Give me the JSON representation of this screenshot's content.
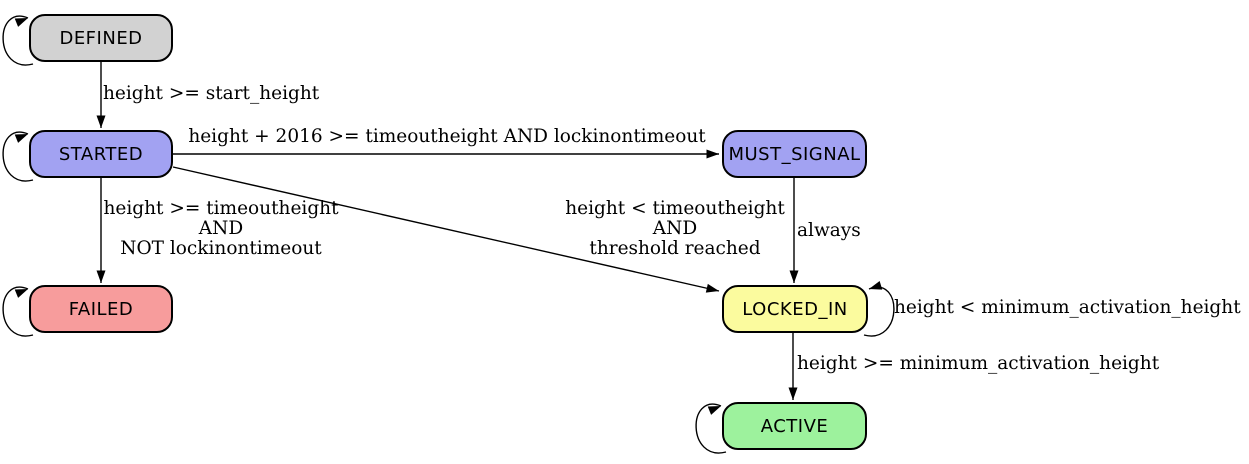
{
  "diagram": {
    "type": "state-machine",
    "background": "#ffffff",
    "node_border_color": "#000000",
    "text_color": "#000000",
    "nodes": {
      "defined": {
        "label": "DEFINED",
        "fill": "#d2d2d2"
      },
      "started": {
        "label": "STARTED",
        "fill": "#a2a2f2"
      },
      "must_signal": {
        "label": "MUST_SIGNAL",
        "fill": "#a2a2f2"
      },
      "failed": {
        "label": "FAILED",
        "fill": "#f79c9c"
      },
      "locked_in": {
        "label": "LOCKED_IN",
        "fill": "#fbfb9e"
      },
      "active": {
        "label": "ACTIVE",
        "fill": "#9df29d"
      }
    },
    "labels": {
      "defined_to_started": "height >= start_height",
      "started_to_must_signal": "height + 2016 >= timeoutheight AND lockinontimeout",
      "started_to_failed_line1": "height >= timeoutheight",
      "started_to_failed_line2": "AND",
      "started_to_failed_line3": "NOT lockinontimeout",
      "started_to_locked_in_line1": "height < timeoutheight",
      "started_to_locked_in_line2": "AND",
      "started_to_locked_in_line3": "threshold reached",
      "must_signal_to_locked_in": "always",
      "locked_in_self": "height < minimum_activation_height",
      "locked_in_to_active": "height >= minimum_activation_height"
    },
    "transitions": [
      {
        "from": "DEFINED",
        "to": "DEFINED",
        "condition": ""
      },
      {
        "from": "DEFINED",
        "to": "STARTED",
        "condition": "height >= start_height"
      },
      {
        "from": "STARTED",
        "to": "STARTED",
        "condition": ""
      },
      {
        "from": "STARTED",
        "to": "MUST_SIGNAL",
        "condition": "height + 2016 >= timeoutheight AND lockinontimeout"
      },
      {
        "from": "STARTED",
        "to": "FAILED",
        "condition": "height >= timeoutheight AND NOT lockinontimeout"
      },
      {
        "from": "STARTED",
        "to": "LOCKED_IN",
        "condition": "height < timeoutheight AND threshold reached"
      },
      {
        "from": "MUST_SIGNAL",
        "to": "LOCKED_IN",
        "condition": "always"
      },
      {
        "from": "FAILED",
        "to": "FAILED",
        "condition": ""
      },
      {
        "from": "LOCKED_IN",
        "to": "LOCKED_IN",
        "condition": "height < minimum_activation_height"
      },
      {
        "from": "LOCKED_IN",
        "to": "ACTIVE",
        "condition": "height >= minimum_activation_height"
      },
      {
        "from": "ACTIVE",
        "to": "ACTIVE",
        "condition": ""
      }
    ]
  }
}
